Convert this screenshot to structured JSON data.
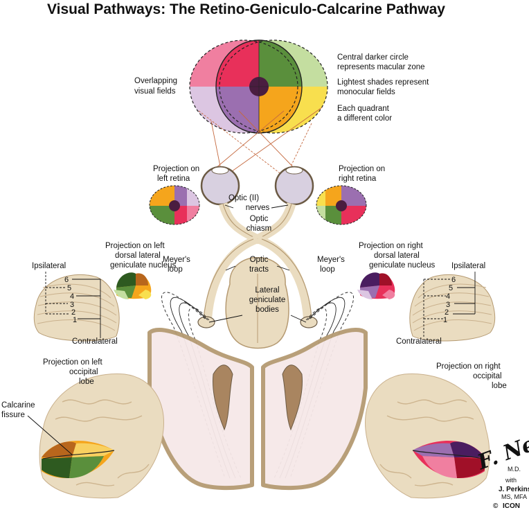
{
  "title": "Visual Pathways: The Retino-Geniculo-Calcarine Pathway",
  "labels": {
    "overlapping_1": "Overlapping",
    "overlapping_2": "visual fields",
    "central_1": "Central darker circle",
    "central_2": "represents macular zone",
    "lightest_1": "Lightest shades represent",
    "lightest_2": "monocular fields",
    "quadrant_1": "Each quadrant",
    "quadrant_2": "a different color",
    "proj_left_retina_1": "Projection on",
    "proj_left_retina_2": "left retina",
    "proj_right_retina_1": "Projection on",
    "proj_right_retina_2": "right retina",
    "optic_nerves_1": "Optic (II)",
    "optic_nerves_2": "nerves",
    "optic_chiasm_1": "Optic",
    "optic_chiasm_2": "chiasm",
    "optic_tracts_1": "Optic",
    "optic_tracts_2": "tracts",
    "lateral_gen_1": "Lateral",
    "lateral_gen_2": "geniculate",
    "lateral_gen_3": "bodies",
    "meyers_left_1": "Meyer's",
    "meyers_left_2": "loop",
    "meyers_right_1": "Meyer's",
    "meyers_right_2": "loop",
    "proj_left_lgn_1": "Projection on left",
    "proj_left_lgn_2": "dorsal lateral",
    "proj_left_lgn_3": "geniculate nucleus",
    "proj_right_lgn_1": "Projection on right",
    "proj_right_lgn_2": "dorsal lateral",
    "proj_right_lgn_3": "geniculate nucleus",
    "ipsilateral_left": "Ipsilateral",
    "contralateral_left": "Contralateral",
    "ipsilateral_right": "Ipsilateral",
    "contralateral_right": "Contralateral",
    "proj_left_occ_1": "Projection on left",
    "proj_left_occ_2": "occipital",
    "proj_left_occ_3": "lobe",
    "proj_right_occ_1": "Projection on right",
    "proj_right_occ_2": "occipital",
    "proj_right_occ_3": "lobe",
    "calcarine_1": "Calcarine",
    "calcarine_2": "fissure"
  },
  "lgn_layers": [
    "6",
    "5",
    "4",
    "3",
    "2",
    "1"
  ],
  "credits": {
    "signature": "F. Netter",
    "md": "M.D.",
    "with": "with",
    "coauthor": "J. Perkins",
    "degrees": "MS, MFA",
    "copyright": "©",
    "publisher": "ICON"
  },
  "colors": {
    "upper_left_quadrant": "#e8305a",
    "lower_left_quadrant": "#9b6fb0",
    "upper_right_quadrant": "#5a8f3c",
    "lower_right_quadrant": "#f5a51c",
    "left_monocular_upper": "#f07fa0",
    "left_monocular_lower": "#dcc6e2",
    "right_monocular_upper": "#c4dea0",
    "right_monocular_lower": "#f8df4e",
    "macula": "#4a1d40",
    "tissue": "#eadcc0",
    "tissue_outline": "#b59a72"
  }
}
